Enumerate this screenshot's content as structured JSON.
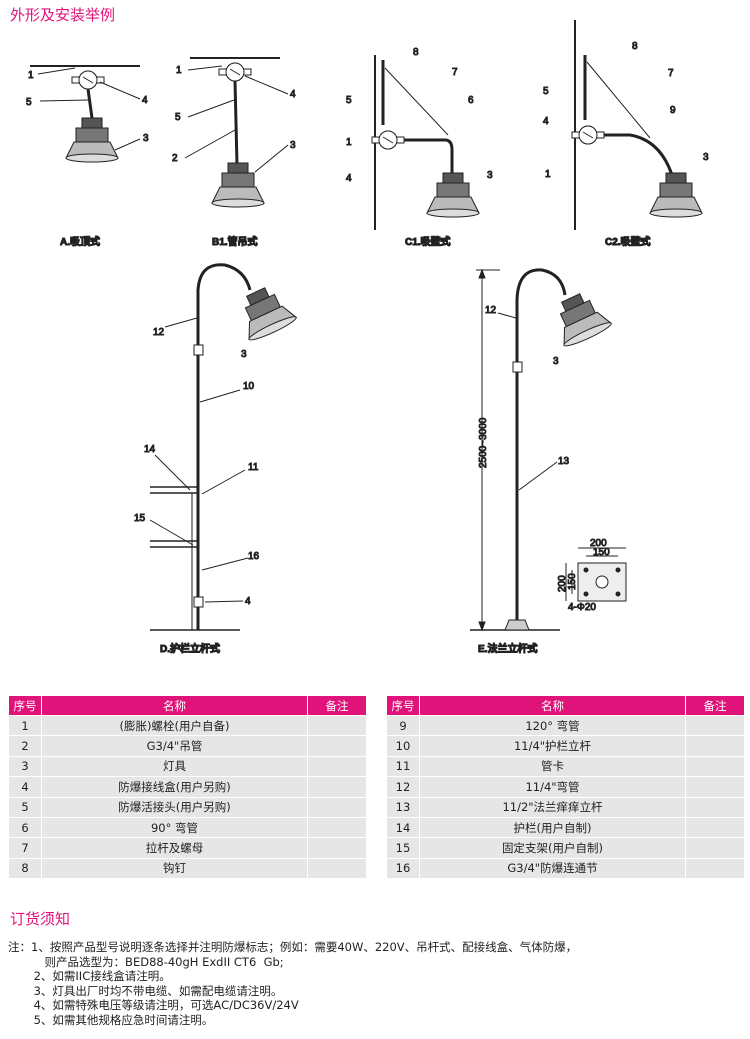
{
  "section_title": "外形及安装举例",
  "diagrams": {
    "A": {
      "caption": "A.吸顶式",
      "labels": [
        "1",
        "5",
        "4",
        "3"
      ]
    },
    "B1": {
      "caption": "B1.管吊式",
      "labels": [
        "1",
        "4",
        "5",
        "2",
        "3"
      ]
    },
    "C1": {
      "caption": "C1.吸壁式",
      "labels": [
        "8",
        "7",
        "6",
        "5",
        "1",
        "4",
        "3"
      ]
    },
    "C2": {
      "caption": "C2.吸壁式",
      "labels": [
        "8",
        "7",
        "9",
        "5",
        "4",
        "1",
        "3"
      ]
    },
    "D": {
      "caption": "D.护栏立杆式",
      "labels": [
        "12",
        "3",
        "10",
        "14",
        "11",
        "15",
        "16",
        "4"
      ]
    },
    "E": {
      "caption": "E.法兰立杆式",
      "labels": [
        "12",
        "3",
        "13"
      ],
      "height_dim": "2500~3000",
      "plate_dims": [
        "200",
        "150",
        "200",
        "150",
        "4-Φ20"
      ]
    }
  },
  "table_headers": [
    "序号",
    "名称",
    "备注"
  ],
  "table_left": [
    {
      "no": "1",
      "name": "(膨胀)螺栓(用户自备)",
      "note": ""
    },
    {
      "no": "2",
      "name": "G3/4\"吊管",
      "note": ""
    },
    {
      "no": "3",
      "name": "灯具",
      "note": ""
    },
    {
      "no": "4",
      "name": "防爆接线盒(用户另购)",
      "note": ""
    },
    {
      "no": "5",
      "name": "防爆活接头(用户另购)",
      "note": ""
    },
    {
      "no": "6",
      "name": "90° 弯管",
      "note": ""
    },
    {
      "no": "7",
      "name": "拉杆及螺母",
      "note": ""
    },
    {
      "no": "8",
      "name": "钩钉",
      "note": ""
    }
  ],
  "table_right": [
    {
      "no": "9",
      "name": "120° 弯管",
      "note": ""
    },
    {
      "no": "10",
      "name": "11/4\"护栏立杆",
      "note": ""
    },
    {
      "no": "11",
      "name": "管卡",
      "note": ""
    },
    {
      "no": "12",
      "name": "11/4\"弯管",
      "note": ""
    },
    {
      "no": "13",
      "name": "11/2\"法兰痒痒立杆",
      "note": ""
    },
    {
      "no": "14",
      "name": "护栏(用户自制)",
      "note": ""
    },
    {
      "no": "15",
      "name": "固定支架(用户自制)",
      "note": ""
    },
    {
      "no": "16",
      "name": "G3/4\"防爆连通节",
      "note": ""
    }
  ],
  "order_title": "订货须知",
  "notes": [
    "注：1、按照产品型号说明逐条选择并注明防爆标志；例如：需要40W、220V、吊杆式、配接线盒、气体防爆，",
    "          则产品选型为：BED88-40gH ExdII CT6  Gb;",
    "       2、如需IIC接线盒请注明。",
    "       3、灯具出厂时均不带电缆、如需配电缆请注明。",
    "       4、如需特殊电压等级请注明，可选AC/DC36V/24V",
    "       5、如需其他规格应急时间请注明。"
  ],
  "colors": {
    "accent": "#e0137a",
    "cell": "#e6e6e6"
  }
}
